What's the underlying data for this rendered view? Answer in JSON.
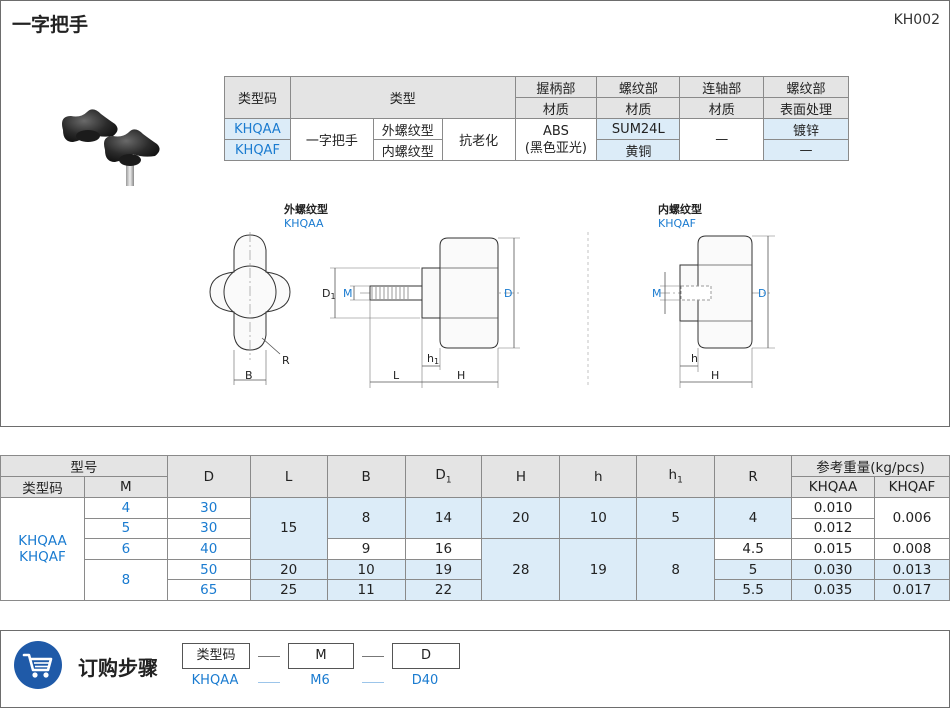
{
  "header": {
    "title": "一字把手",
    "code": "KH002"
  },
  "spec": {
    "h_type_code": "类型码",
    "h_type": "类型",
    "h_grip": "握柄部",
    "h_thread": "螺纹部",
    "h_connect": "连轴部",
    "h_thread2": "螺纹部",
    "h_material": "材质",
    "h_surface": "表面处理",
    "row1_code": "KHQAA",
    "row2_code": "KHQAF",
    "type_name": "一字把手",
    "row1_subtype": "外螺纹型",
    "row2_subtype": "内螺纹型",
    "feature": "抗老化",
    "grip_material_1": "ABS",
    "grip_material_2": "(黑色亚光)",
    "row1_thread_material": "SUM24L",
    "row2_thread_material": "黄铜",
    "connect_material": "—",
    "row1_surface": "镀锌",
    "row2_surface": "—"
  },
  "diagram": {
    "ext_title": "外螺纹型",
    "ext_code": "KHQAA",
    "int_title": "内螺纹型",
    "int_code": "KHQAF",
    "lbl_B": "B",
    "lbl_R": "R",
    "lbl_D1": "D",
    "lbl_D1_sub": "1",
    "lbl_M": "M",
    "lbl_D": "D",
    "lbl_L": "L",
    "lbl_H": "H",
    "lbl_h1": "h",
    "lbl_h1_sub": "1",
    "lbl_h": "h"
  },
  "dims": {
    "h_model": "型号",
    "h_type_code": "类型码",
    "h_M": "M",
    "h_D": "D",
    "h_L": "L",
    "h_B": "B",
    "h_D1": "D",
    "h_D1_sub": "1",
    "h_H": "H",
    "h_h": "h",
    "h_h1": "h",
    "h_h1_sub": "1",
    "h_R": "R",
    "h_weight": "参考重量(kg/pcs)",
    "h_khqaa": "KHQAA",
    "h_khqaf": "KHQAF",
    "code_1": "KHQAA",
    "code_2": "KHQAF",
    "M": [
      "4",
      "5",
      "6",
      "8"
    ],
    "D": [
      "30",
      "30",
      "40",
      "50",
      "65"
    ],
    "L": [
      "15",
      "20",
      "25"
    ],
    "B": [
      "8",
      "9",
      "10",
      "11"
    ],
    "D1": [
      "14",
      "16",
      "19",
      "22"
    ],
    "H": [
      "20",
      "28"
    ],
    "h": [
      "10",
      "19"
    ],
    "h1": [
      "5",
      "8"
    ],
    "R": [
      "4",
      "4.5",
      "5",
      "5.5"
    ],
    "w_khqaa": [
      "0.010",
      "0.012",
      "0.015",
      "0.030",
      "0.035"
    ],
    "w_khqaf": [
      "0.006",
      "0.008",
      "0.013",
      "0.017"
    ]
  },
  "order": {
    "title": "订购步骤",
    "box_code": "类型码",
    "box_M": "M",
    "box_D": "D",
    "ex_code": "KHQAA",
    "ex_M": "M6",
    "ex_D": "D40"
  },
  "colors": {
    "accent": "#1a7bd0",
    "header_gray": "#e4e4e4",
    "cell_blue": "#dcecf8",
    "icon_bg": "#1f5aa8"
  }
}
